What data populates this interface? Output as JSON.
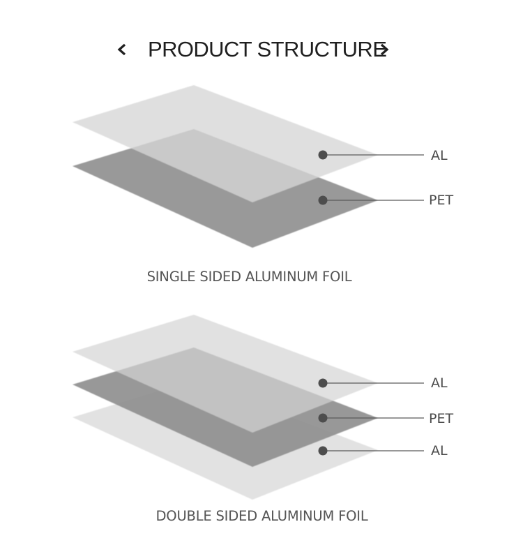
{
  "header": {
    "title": "PRODUCT STRUCTURE",
    "prev_icon": "chevron-left-icon",
    "next_icon": "chevron-right-icon"
  },
  "colors": {
    "al_sheet": "#dcdcdc",
    "pet_sheet": "#9a9a9a",
    "pointer_dot": "#4d4d4d",
    "pointer_line": "#5a5a5a",
    "label_text": "#4a4a4a",
    "caption_text": "#555555",
    "title_text": "#1f1f1f"
  },
  "diagrams": [
    {
      "caption": "SINGLE SIDED ALUMINUM FOIL",
      "layers": [
        {
          "label": "AL"
        },
        {
          "label": "PET"
        }
      ]
    },
    {
      "caption": "DOUBLE SIDED ALUMINUM FOIL",
      "layers": [
        {
          "label": "AL"
        },
        {
          "label": "PET"
        },
        {
          "label": "AL"
        }
      ]
    }
  ]
}
